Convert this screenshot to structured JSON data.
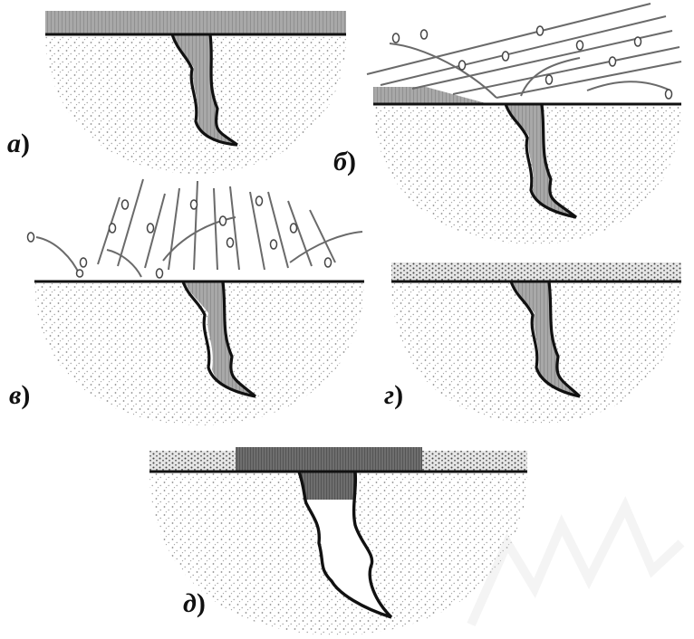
{
  "figure": {
    "panels": [
      {
        "id": "a",
        "letter": "а",
        "paren": ")"
      },
      {
        "id": "b",
        "letter": "б",
        "paren": ")"
      },
      {
        "id": "v",
        "letter": "в",
        "paren": ")"
      },
      {
        "id": "g",
        "letter": "г",
        "paren": ")"
      },
      {
        "id": "d",
        "letter": "д",
        "paren": ")"
      }
    ]
  },
  "colors": {
    "ink": "#111111",
    "soil_speckle": "#8a8a8a",
    "crack_fill": "#9a9a9a",
    "crack_fill_dark": "#6e6e6e",
    "coating": "#7a7a7a",
    "watermark": "#ffffff"
  }
}
